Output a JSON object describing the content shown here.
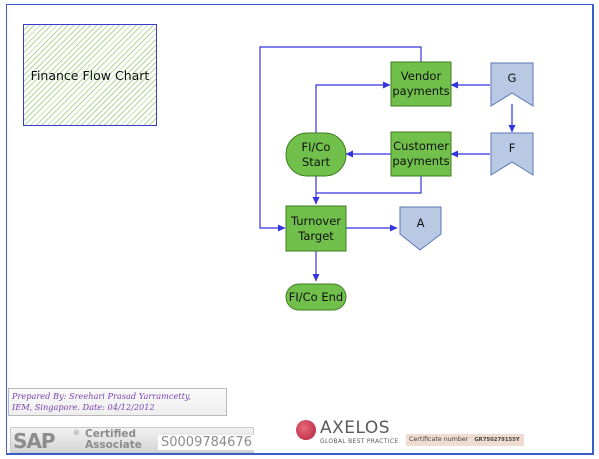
{
  "title": "Finance Flow Chart",
  "nodes": {
    "vendor_payments": "Vendor payments",
    "customer_payments": "Customer payments",
    "fico_start": "FI/Co Start",
    "turnover_target": "Turnover Target",
    "fico_end": "FI/Co End",
    "connector_g": "G",
    "connector_f": "F",
    "connector_a": "A"
  },
  "colors": {
    "process_fill": "#70c04b",
    "process_border": "#3e7d1e",
    "connector_fill": "#b9c9e4",
    "connector_border": "#5b79b8",
    "arrow": "#3434e0",
    "frame": "#3a5fcd"
  },
  "footer": {
    "prepared_by": "Prepared By: Sreehari Prasad Yarramcetty,",
    "location_date": "IEM, Singapore. Date:  04/12/2012",
    "sap_logo": "SAP",
    "sap_certified": "Certified",
    "sap_associate": "Associate",
    "sap_number": "S0009784676",
    "axelos_name": "AXELOS",
    "axelos_tagline": "GLOBAL BEST PRACTICE",
    "certificate_label": "Certificate number",
    "certificate_number": "GR750279155Y"
  }
}
